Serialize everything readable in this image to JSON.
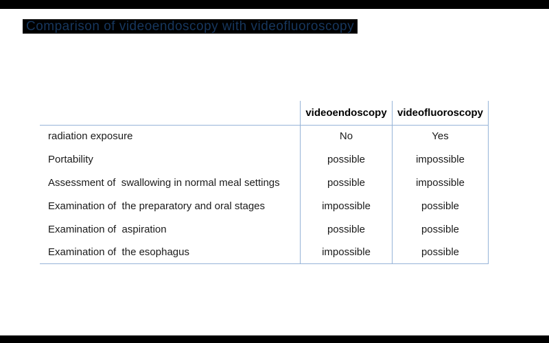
{
  "page": {
    "background": "#ffffff",
    "top_bar_color": "#000000",
    "bottom_bar_color": "#000000"
  },
  "title": {
    "text": "Comparison of videoendoscopy with videofluoroscopy",
    "text_color": "#17375e",
    "highlight_color": "#000000"
  },
  "table": {
    "border_color": "#95b3d7",
    "columns": {
      "col1": "",
      "col2": "videoendoscopy",
      "col3": "videofluoroscopy"
    },
    "rows": [
      {
        "label": "radiation exposure",
        "videoendoscopy": "No",
        "videofluoroscopy": "Yes"
      },
      {
        "label": "Portability",
        "videoendoscopy": "possible",
        "videofluoroscopy": "impossible"
      },
      {
        "label": "Assessment of  swallowing in normal meal settings",
        "videoendoscopy": "possible",
        "videofluoroscopy": "impossible"
      },
      {
        "label": "Examination of  the preparatory and oral stages",
        "videoendoscopy": "impossible",
        "videofluoroscopy": "possible"
      },
      {
        "label": "Examination of  aspiration",
        "videoendoscopy": "possible",
        "videofluoroscopy": "possible"
      },
      {
        "label": "Examination of  the esophagus",
        "videoendoscopy": "impossible",
        "videofluoroscopy": "possible"
      }
    ]
  }
}
